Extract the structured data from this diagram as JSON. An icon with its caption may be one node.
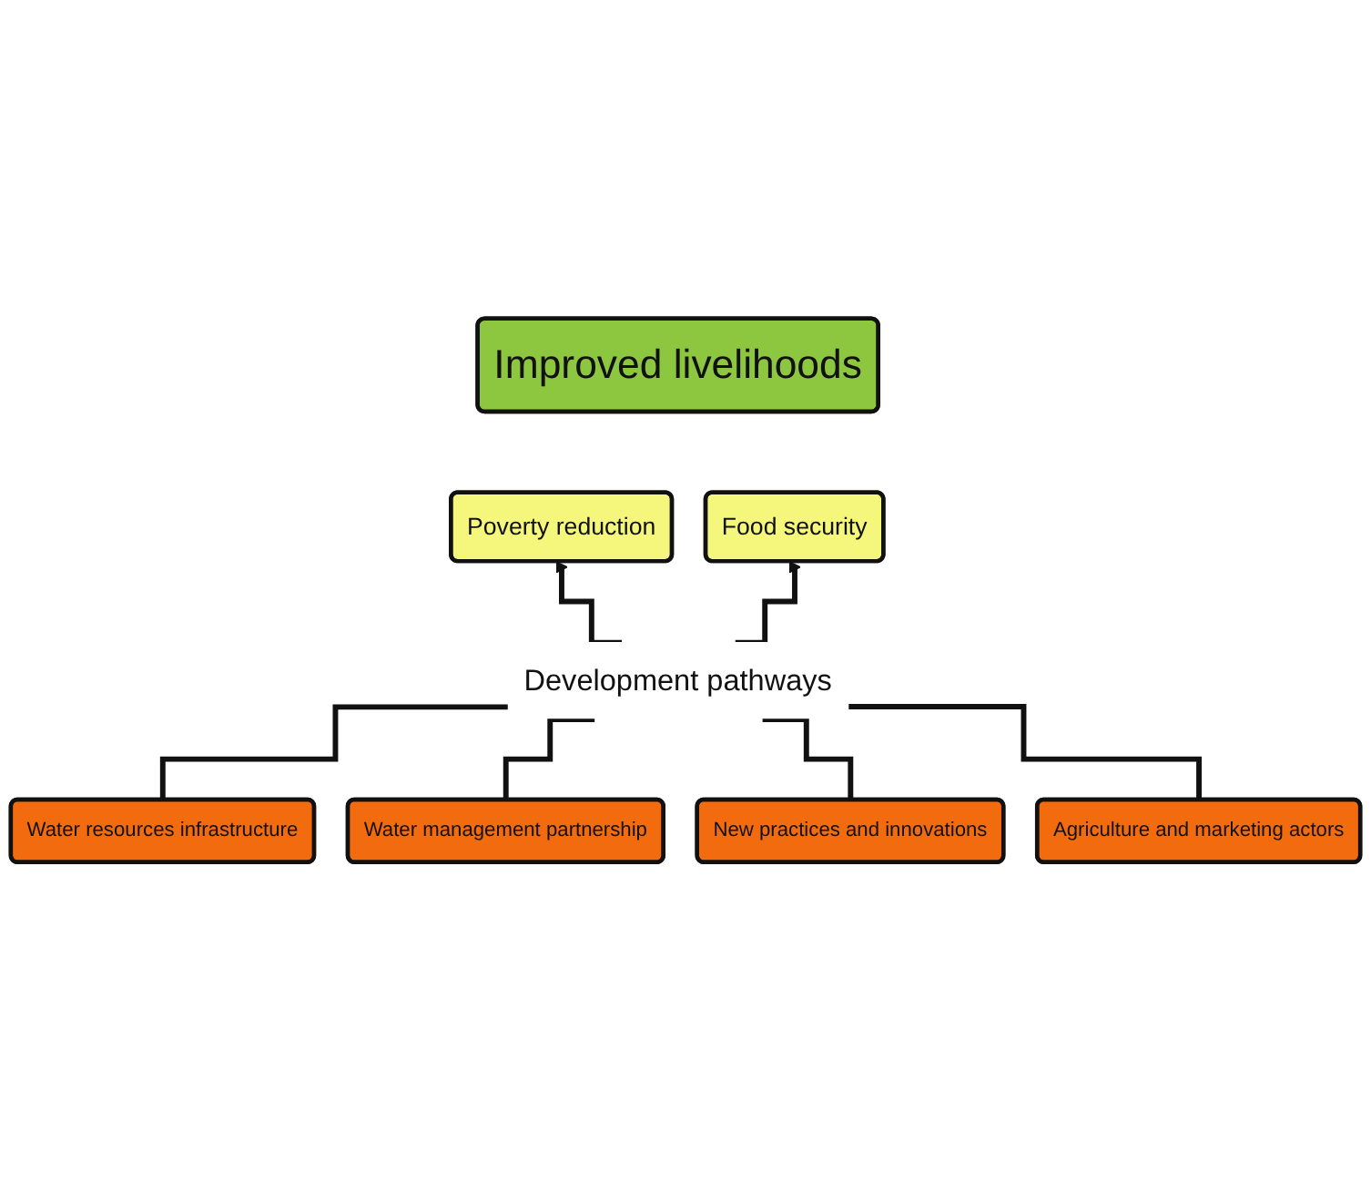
{
  "diagram": {
    "nodes": [
      {
        "text": [
          "Improved livelihoods"
        ]
      },
      {
        "text": [
          "Poverty reduction"
        ]
      },
      {
        "text": [
          "Food security"
        ]
      },
      {
        "text": [
          "Development pathways"
        ]
      },
      {
        "text": [
          "Water resources infrastructure"
        ]
      },
      {
        "text": [
          "Water management partnership"
        ]
      },
      {
        "text": [
          "New practices and innovations"
        ]
      },
      {
        "text": [
          "Agriculture and marketing actors"
        ]
      }
    ],
    "edges": [
      {
        "from": 4,
        "to": 3,
        "arrow": "none"
      },
      {
        "from": 5,
        "to": 3,
        "arrow": "none"
      },
      {
        "from": 6,
        "to": 3,
        "arrow": "none"
      },
      {
        "from": 7,
        "to": 3,
        "arrow": "none"
      },
      {
        "from": 3,
        "to": 1,
        "arrow": "to"
      },
      {
        "from": 3,
        "to": 2,
        "arrow": "to"
      }
    ]
  }
}
